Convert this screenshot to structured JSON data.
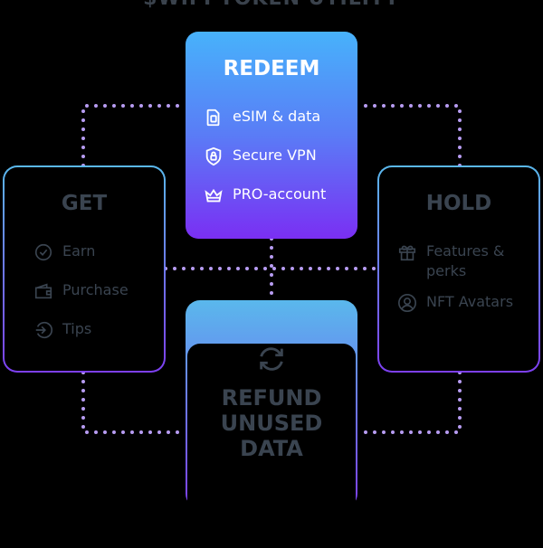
{
  "header": {
    "title": "$WIFI TOKEN UTILITY"
  },
  "colors": {
    "redeem_top": "#47b2fb",
    "redeem_bottom": "#7a2ff3",
    "border_top": "#5ab8ec",
    "border_bottom": "#7d3ff0",
    "connector_dots": "#b79cf2",
    "muted_text": "#3a4450"
  },
  "redeem": {
    "title": "REDEEM",
    "items": [
      {
        "icon": "sim-card-icon",
        "label": "eSIM & data"
      },
      {
        "icon": "shield-lock-icon",
        "label": "Secure VPN"
      },
      {
        "icon": "crown-icon",
        "label": "PRO-account"
      }
    ]
  },
  "get": {
    "title": "GET",
    "items": [
      {
        "icon": "check-circle-icon",
        "label": "Earn"
      },
      {
        "icon": "wallet-icon",
        "label": "Purchase"
      },
      {
        "icon": "arrow-in-circle-icon",
        "label": "Tips"
      }
    ]
  },
  "hold": {
    "title": "HOLD",
    "items": [
      {
        "icon": "gift-icon",
        "label": "Features & perks"
      },
      {
        "icon": "user-circle-icon",
        "label": "NFT Avatars"
      }
    ]
  },
  "refund": {
    "icon": "refresh-icon",
    "title": "REFUND UNUSED DATA"
  }
}
